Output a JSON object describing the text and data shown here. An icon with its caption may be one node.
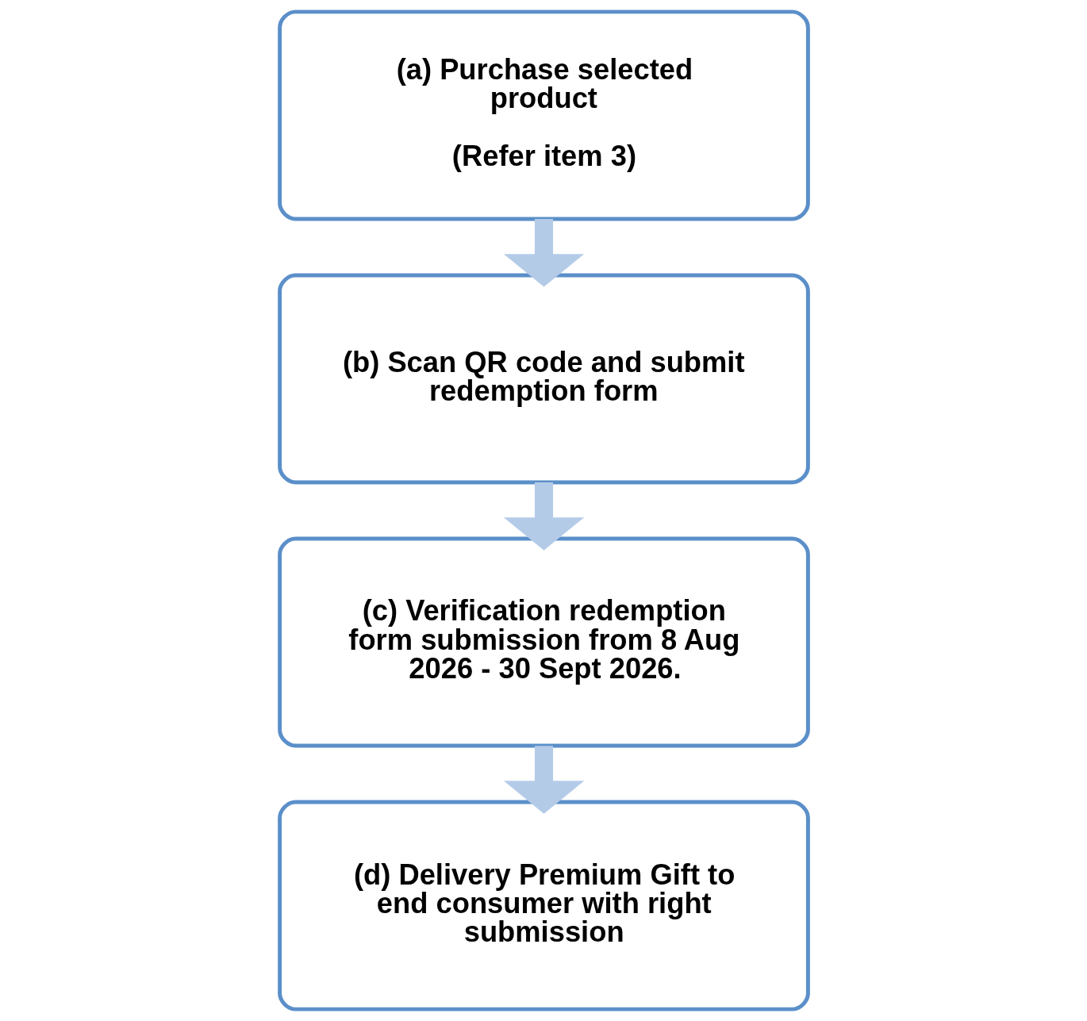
{
  "diagram": {
    "nodes": [
      {
        "text": [
          "(a) Purchase selected product",
          "(Refer item 3)"
        ]
      },
      {
        "text": [
          "(b) Scan QR code and submit redemption form"
        ]
      },
      {
        "text": [
          "(c) Verification redemption form submission from 8 Aug 2026 - 30 Sept 2026."
        ]
      },
      {
        "text": [
          "(d) Delivery Premium Gift to end consumer with right submission"
        ]
      }
    ],
    "edges": [
      {
        "from": 0,
        "to": 1,
        "arrow": "to"
      },
      {
        "from": 1,
        "to": 2,
        "arrow": "to"
      },
      {
        "from": 2,
        "to": 3,
        "arrow": "to"
      }
    ]
  }
}
